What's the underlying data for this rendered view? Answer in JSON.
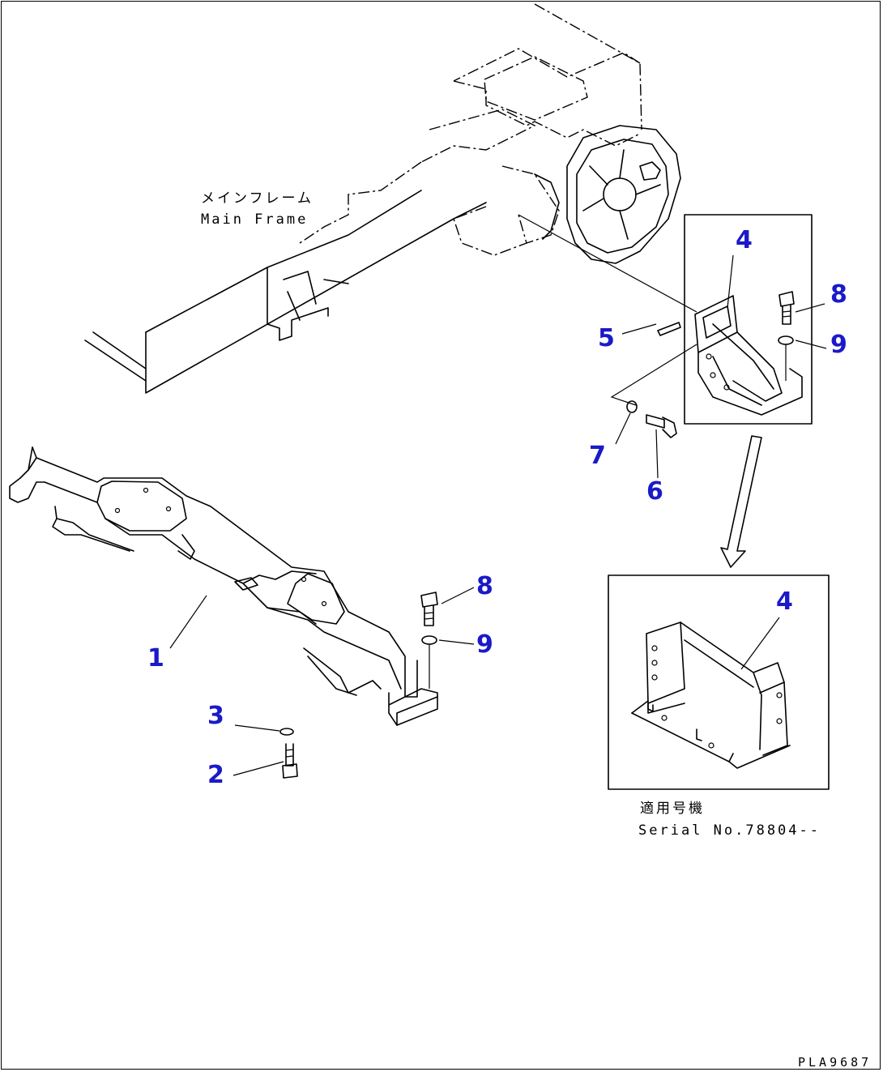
{
  "labels": {
    "main_frame_jp": "メインフレーム",
    "main_frame_en": "Main Frame",
    "serial_jp": "適用号機",
    "serial_en": "Serial No.78804--",
    "drawing_code": "PLA9687"
  },
  "callouts": {
    "c1": "1",
    "c2": "2",
    "c3": "3",
    "c4_detail": "4",
    "c4_inset": "4",
    "c5": "5",
    "c6": "6",
    "c7": "7",
    "c8_upper": "8",
    "c9_upper": "9",
    "c8_lower": "8",
    "c9_lower": "9"
  }
}
